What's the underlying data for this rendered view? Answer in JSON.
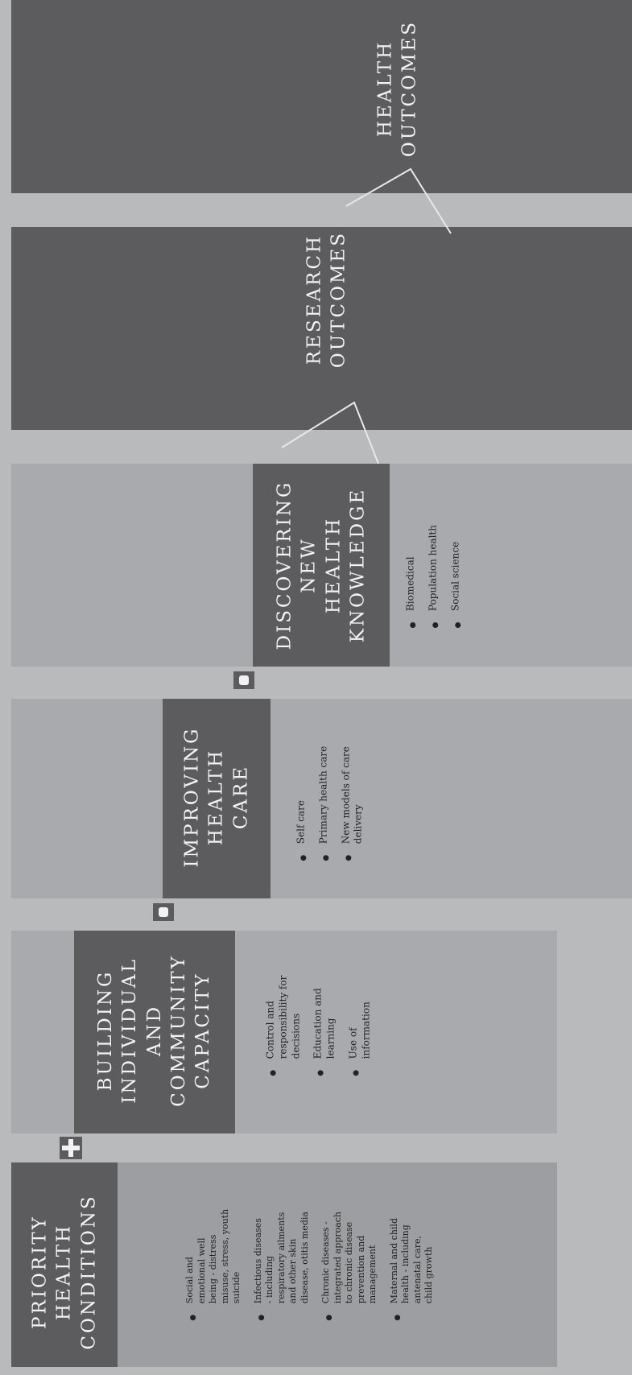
{
  "sections": {
    "priority": {
      "title": [
        "PRIORITY",
        "HEALTH",
        "CONDITIONS"
      ],
      "bullets": [
        [
          "Social and",
          "emotional well",
          "being - distress",
          "misuse, stress, youth",
          "suicide"
        ],
        [
          "Infectious diseases",
          "- including",
          "respiratory ailments",
          "and other skin",
          "disease, otitis media"
        ],
        [
          "Chronic diseases -",
          "integrated approach",
          "to chronic disease",
          "prevention and",
          "management"
        ],
        [
          "Maternal and child",
          "health - including",
          "antenatal care,",
          "child growth"
        ]
      ]
    },
    "building": {
      "title": [
        "BUILDING",
        "INDIVIDUAL",
        "AND",
        "COMMUNITY",
        "CAPACITY"
      ],
      "bullets": [
        [
          "Control and",
          "responsibility for",
          "decisions"
        ],
        [
          "Education and",
          "learning"
        ],
        [
          "Use of",
          "information"
        ]
      ]
    },
    "improving": {
      "title": [
        "IMPROVING",
        "HEALTH",
        "CARE"
      ],
      "bullets": [
        [
          "Self care"
        ],
        [
          "Primary health care"
        ],
        [
          "New models of care",
          "delivery"
        ]
      ]
    },
    "discovering": {
      "title": [
        "DISCOVERING",
        "NEW",
        "HEALTH",
        "KNOWLEDGE"
      ],
      "bullets": [
        [
          "Biomedical"
        ],
        [
          "Population health"
        ],
        [
          "Social science"
        ]
      ]
    },
    "research": {
      "title": [
        "RESEARCH",
        "OUTCOMES"
      ]
    },
    "health": {
      "title": [
        "HEALTH",
        "OUTCOMES"
      ]
    }
  },
  "colors": {
    "background": "#b9babc",
    "dark_box": "#5c5c5f",
    "panel": "#a9aaad",
    "heading_text": "#f2f2f2",
    "body_text": "#222222"
  }
}
